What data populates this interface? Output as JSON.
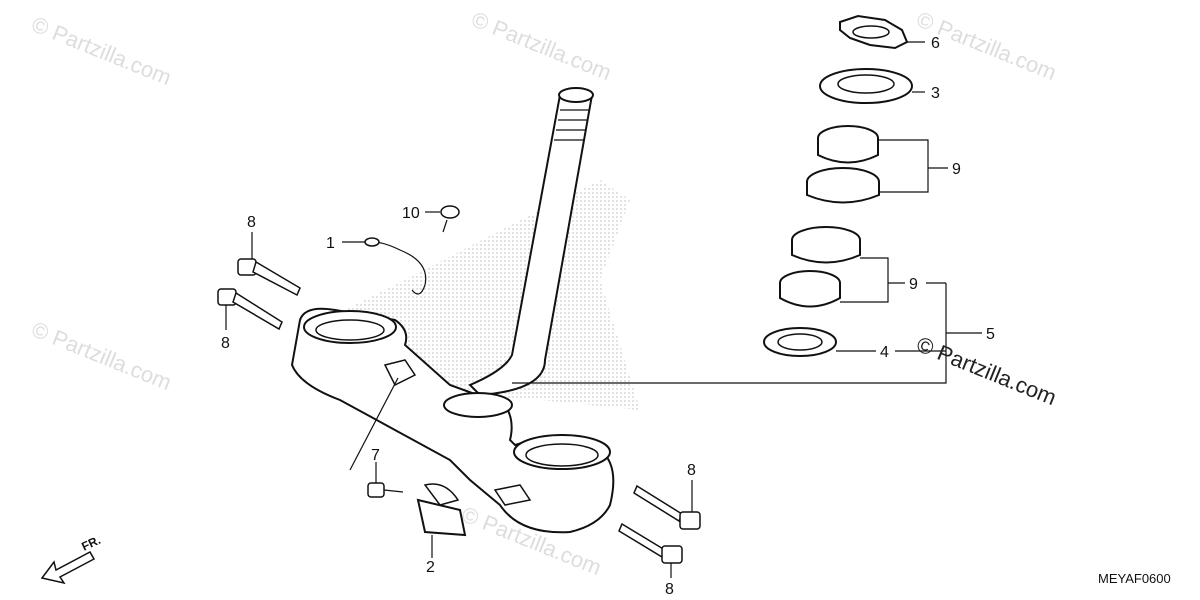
{
  "callouts": {
    "c6": "6",
    "c3": "3",
    "c9a": "9",
    "c9b": "9",
    "c5": "5",
    "c4": "4",
    "c10": "10",
    "c1": "1",
    "c8a": "8",
    "c8b": "8",
    "c8c": "8",
    "c8d": "8",
    "c7": "7",
    "c2": "2"
  },
  "watermarks": [
    "© Partzilla.com",
    "© Partzilla.com",
    "© Partzilla.com",
    "© Partzilla.com",
    "© Partzilla.com"
  ],
  "copyright": "© Partzilla.com",
  "diagram_code": "MEYAF0600",
  "front_label": "FR.",
  "colors": {
    "line": "#111111",
    "watermark": "#dddddd",
    "background": "#ffffff"
  }
}
